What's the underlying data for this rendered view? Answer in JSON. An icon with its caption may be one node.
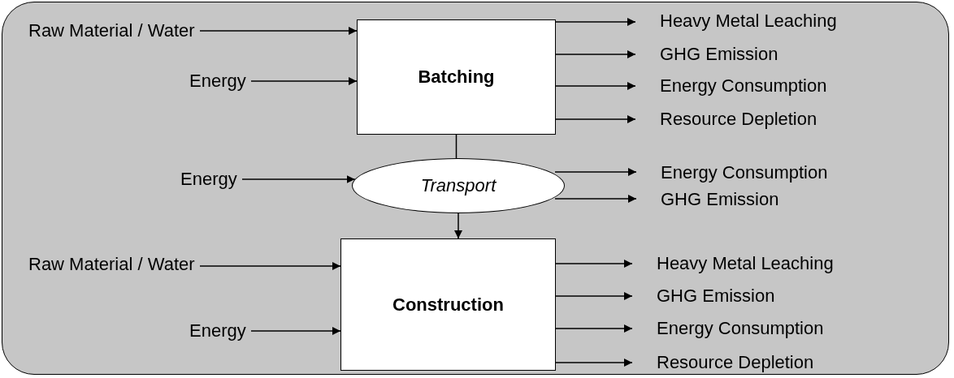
{
  "diagram": {
    "nodes": [
      {
        "text": [
          "Raw Material / Water"
        ]
      },
      {
        "text": [
          "Batching"
        ]
      },
      {
        "text": [
          "Heavy Metal Leaching"
        ]
      },
      {
        "text": [
          "Energy"
        ]
      },
      {
        "text": [
          "GHG Emission"
        ]
      },
      {
        "text": [
          "Energy Consumption"
        ]
      },
      {
        "text": [
          "Resource Depletion"
        ]
      },
      {
        "text": [
          "Energy"
        ]
      },
      {
        "text": [
          "Transport"
        ]
      },
      {
        "text": [
          "Energy Consumption"
        ]
      },
      {
        "text": [
          "GHG Emission"
        ]
      },
      {
        "text": [
          "Raw Material / Water"
        ]
      },
      {
        "text": [
          "Construction"
        ]
      },
      {
        "text": [
          "Heavy Metal Leaching"
        ]
      },
      {
        "text": [
          "GHG Emission"
        ]
      },
      {
        "text": [
          "Energy"
        ]
      },
      {
        "text": [
          "Energy Consumption"
        ]
      },
      {
        "text": [
          "Resource Depletion"
        ]
      }
    ],
    "edges": [
      {
        "from": 0,
        "to": 1,
        "arrow": "to"
      },
      {
        "from": 3,
        "to": 1,
        "arrow": "to"
      },
      {
        "from": 1,
        "to": 2,
        "arrow": "to"
      },
      {
        "from": 1,
        "to": 4,
        "arrow": "to"
      },
      {
        "from": 1,
        "to": 5,
        "arrow": "to"
      },
      {
        "from": 1,
        "to": 6,
        "arrow": "to"
      },
      {
        "from": 7,
        "to": 8,
        "arrow": "to"
      },
      {
        "from": 1,
        "to": 8,
        "arrow": "none"
      },
      {
        "from": 8,
        "to": 9,
        "arrow": "to"
      },
      {
        "from": 8,
        "to": 10,
        "arrow": "to"
      },
      {
        "from": 8,
        "to": 12,
        "arrow": "to"
      },
      {
        "from": 11,
        "to": 12,
        "arrow": "to"
      },
      {
        "from": 15,
        "to": 12,
        "arrow": "to"
      },
      {
        "from": 12,
        "to": 13,
        "arrow": "to"
      },
      {
        "from": 12,
        "to": 14,
        "arrow": "to"
      },
      {
        "from": 12,
        "to": 16,
        "arrow": "to"
      },
      {
        "from": 12,
        "to": 17,
        "arrow": "to"
      }
    ]
  }
}
